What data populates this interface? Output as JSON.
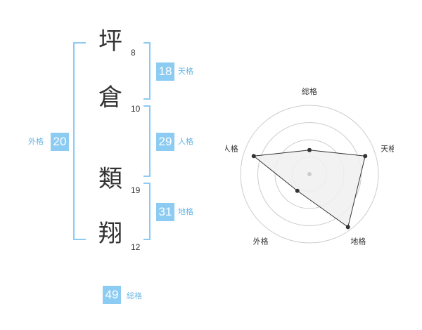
{
  "name": {
    "characters": [
      {
        "char": "坪",
        "strokes": "8"
      },
      {
        "char": "倉",
        "strokes": "10"
      },
      {
        "char": "類",
        "strokes": "19"
      },
      {
        "char": "翔",
        "strokes": "12"
      }
    ]
  },
  "fortunes": {
    "tenkaku": {
      "value": "18",
      "label": "天格"
    },
    "jinkaku": {
      "value": "29",
      "label": "人格"
    },
    "chikaku": {
      "value": "31",
      "label": "地格"
    },
    "gaikaku": {
      "value": "20",
      "label": "外格"
    },
    "soukaku": {
      "value": "49",
      "label": "総格"
    }
  },
  "chart_data": {
    "type": "radar",
    "axes": [
      "総格",
      "天格",
      "地格",
      "外格",
      "人格"
    ],
    "values": [
      0.35,
      0.85,
      0.95,
      0.3,
      0.85
    ],
    "levels": 4,
    "colors": {
      "fill": "#f0f0f0",
      "line": "#333333",
      "grid": "#cccccc",
      "point": "#333333",
      "center": "#cccccc"
    }
  }
}
